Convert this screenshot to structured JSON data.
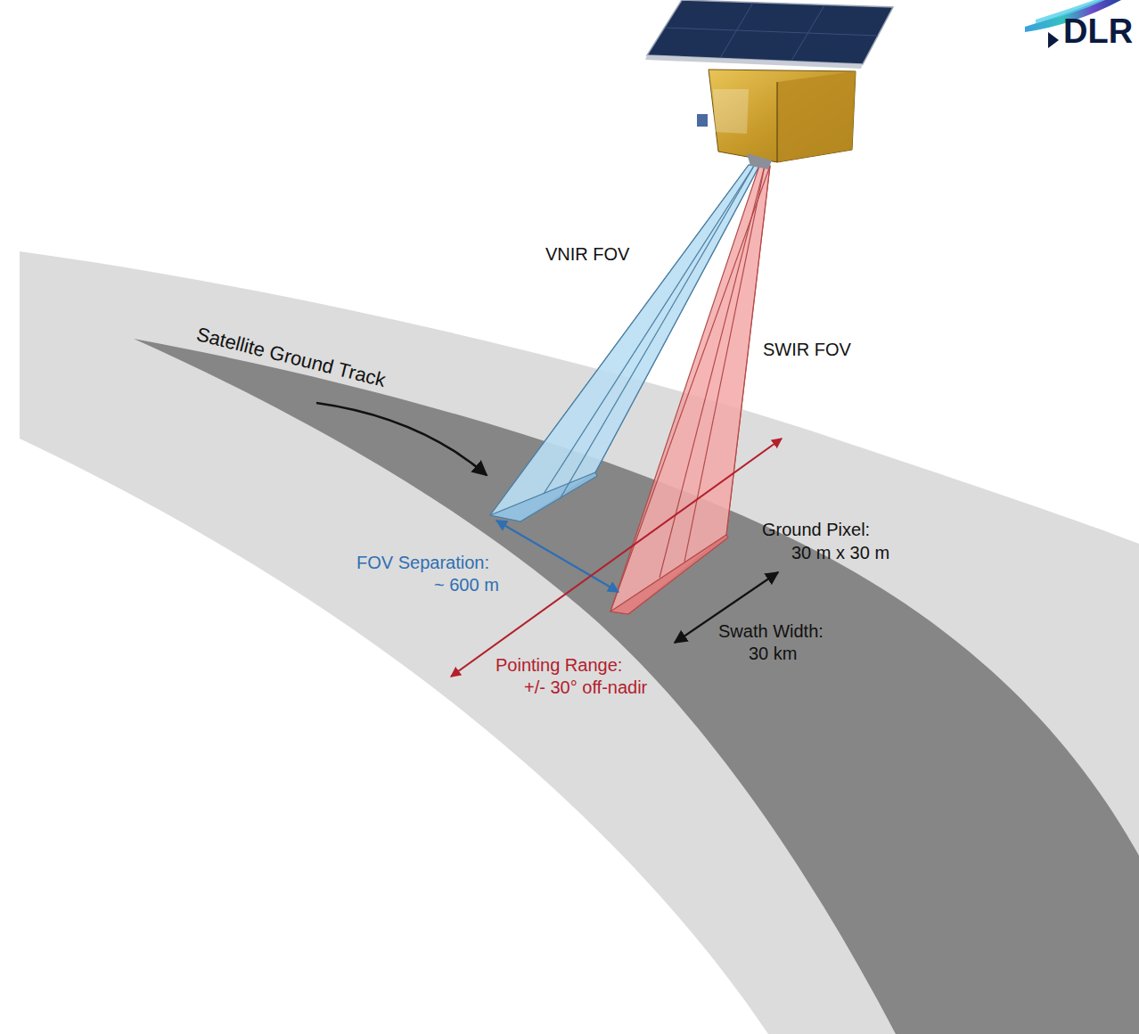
{
  "diagram": {
    "labels": [
      "DLR",
      "VNIR FOV",
      "SWIR FOV",
      "Satellite Ground Track",
      "Ground Pixel:",
      "30 m x 30 m",
      "Swath Width:",
      "30 km",
      "FOV Separation:",
      "~ 600 m",
      "Pointing Range:",
      "+/- 30° off-nadir"
    ]
  }
}
